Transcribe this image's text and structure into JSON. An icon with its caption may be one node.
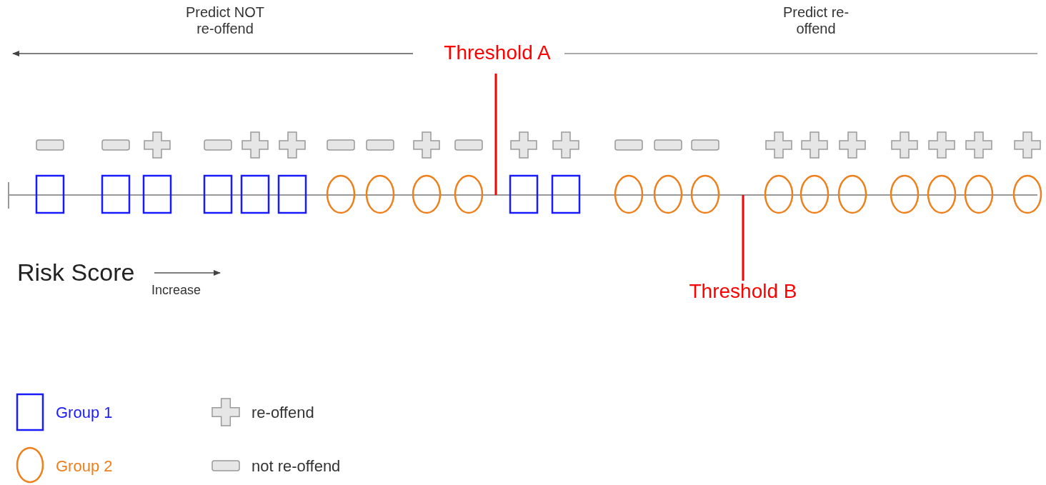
{
  "diagram": {
    "labels": [
      "Predict NOT re-offend",
      "Predict re-offend",
      "Threshold A",
      "Risk Score",
      "Increase",
      "Threshold B"
    ],
    "legend": [
      {
        "text": "Group 1"
      },
      {
        "text": "re-offend"
      },
      {
        "text": "Group 2"
      },
      {
        "text": "not re-offend"
      }
    ]
  }
}
